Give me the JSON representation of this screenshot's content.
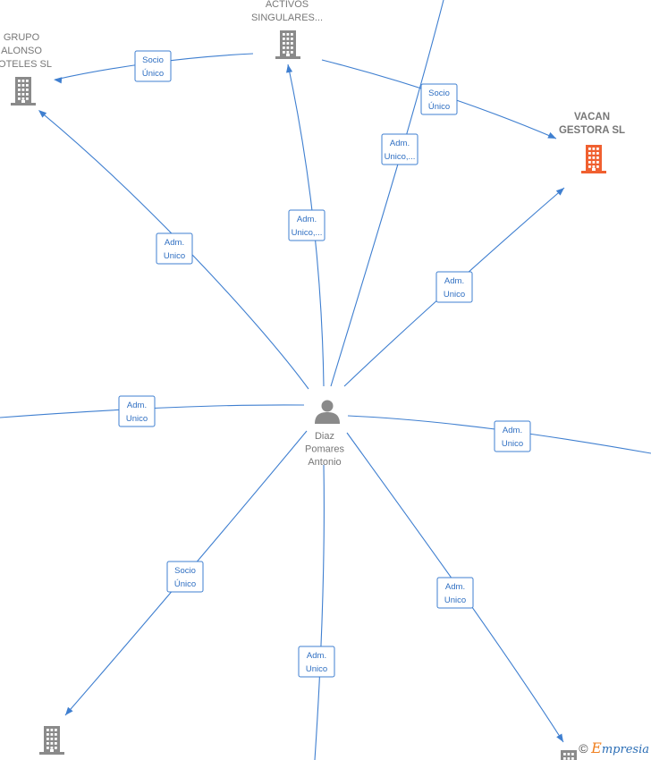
{
  "nodes": [
    {
      "id": "activos",
      "kind": "company",
      "lines": [
        "ACTIVOS",
        "SINGULARES..."
      ],
      "color": "#777777",
      "bold": false
    },
    {
      "id": "grupo",
      "kind": "company",
      "lines": [
        "GRUPO",
        "ALONSO",
        "HOTELES SL"
      ],
      "color": "#777777",
      "bold": false
    },
    {
      "id": "vacan",
      "kind": "company",
      "lines": [
        "VACAN",
        "GESTORA SL"
      ],
      "color": "#f06030",
      "bold": true
    },
    {
      "id": "person",
      "kind": "person",
      "lines": [
        "Diaz",
        "Pomares",
        "Antonio"
      ],
      "color": "#777777",
      "bold": false
    },
    {
      "id": "bottom_left",
      "kind": "company",
      "lines": [],
      "color": "#777777",
      "bold": false
    },
    {
      "id": "bottom_right",
      "kind": "company",
      "lines": [],
      "color": "#777777",
      "bold": false
    }
  ],
  "edges": [
    {
      "id": "e1",
      "label": [
        "Socio",
        "Único"
      ]
    },
    {
      "id": "e2",
      "label": [
        "Socio",
        "Único"
      ]
    },
    {
      "id": "e3",
      "label": [
        "Adm.",
        "Unico,..."
      ]
    },
    {
      "id": "e4",
      "label": [
        "Adm.",
        "Unico,..."
      ]
    },
    {
      "id": "e5",
      "label": [
        "Adm.",
        "Unico"
      ]
    },
    {
      "id": "e6",
      "label": [
        "Adm.",
        "Unico"
      ]
    },
    {
      "id": "e7",
      "label": [
        "Adm.",
        "Unico"
      ]
    },
    {
      "id": "e8",
      "label": [
        "Adm.",
        "Unico"
      ]
    },
    {
      "id": "e9",
      "label": [
        "Socio",
        "Único"
      ]
    },
    {
      "id": "e10",
      "label": [
        "Adm.",
        "Unico"
      ]
    },
    {
      "id": "e11",
      "label": [
        "Adm.",
        "Unico"
      ]
    }
  ],
  "watermark": {
    "copyright": "©",
    "brand_first": "E",
    "brand_rest": "mpresia"
  }
}
